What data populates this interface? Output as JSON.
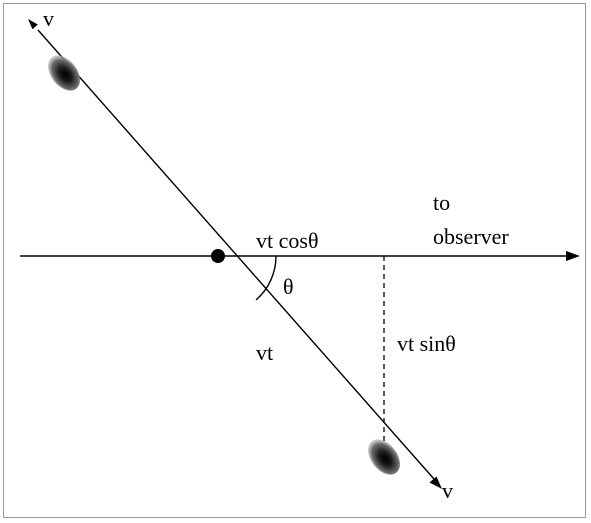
{
  "diagram": {
    "label_v_top": "v",
    "label_v_bottom": "v",
    "label_to": "to",
    "label_observer": "observer",
    "label_vt_cos": "vt cosθ",
    "label_theta": "θ",
    "label_vt": "vt",
    "label_vt_sin": "vt sinθ"
  }
}
